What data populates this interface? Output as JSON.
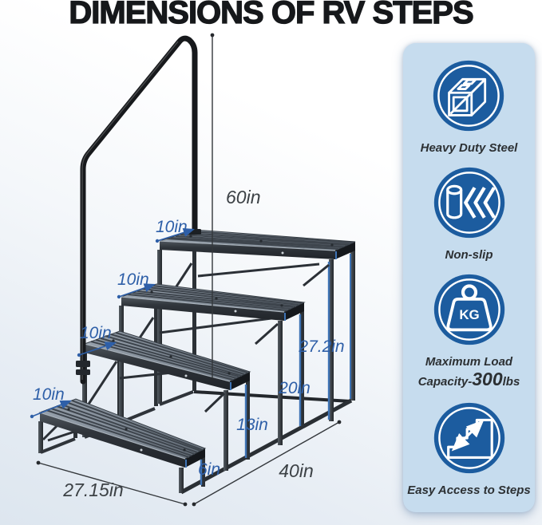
{
  "title": "DIMENSIONS OF RV STEPS",
  "colors": {
    "dim_blue": "#2e5fa8",
    "dim_dark": "#3c4145",
    "circle_blue": "#1c5c9f",
    "panel_bg": "#c6dcee",
    "frame_dark": "#2b3036",
    "tread_gray": "#8d98a4",
    "rail_black": "#17191c"
  },
  "diagram": {
    "labels": {
      "rail_height": "60in",
      "depth_top": "10in",
      "depth_third": "10in",
      "depth_second": "10in",
      "depth_bottom": "10in",
      "total_height": "27.2in",
      "height_step3": "20in",
      "height_step2": "13in",
      "height_step1": "6in",
      "width": "27.15in",
      "total_depth": "40in"
    }
  },
  "features": [
    {
      "name": "heavy-duty-steel",
      "label": "Heavy Duty Steel"
    },
    {
      "name": "non-slip",
      "label": "Non-slip"
    },
    {
      "name": "max-load",
      "label_line1": "Maximum Load",
      "cap_prefix": "Capacity-",
      "cap_value": "300",
      "cap_suffix": "lbs",
      "badge_text": "KG"
    },
    {
      "name": "easy-access",
      "label": "Easy Access to Steps"
    }
  ]
}
